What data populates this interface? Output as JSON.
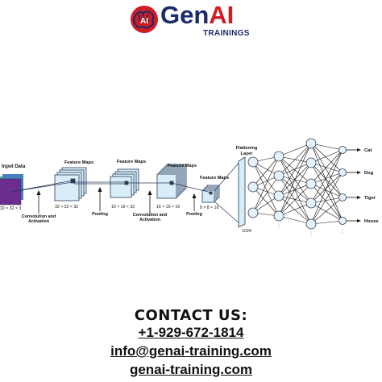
{
  "logo": {
    "gen": "Gen",
    "ai": "AI",
    "sub": "TRAININGS",
    "brain_text": "AI",
    "colors": {
      "navy": "#1b2b6b",
      "red": "#d01c24"
    }
  },
  "diagram": {
    "input_label": "Input Data",
    "input_dims": "32 × 32 × 3",
    "conv1_caption_line1": "Convolution and",
    "conv1_caption_line2": "Activation",
    "fm1_label": "Feature Maps",
    "fm1_dims": "32 × 32 × 32",
    "pool1_caption": "Pooling",
    "fm2_label": "Feature Maps",
    "fm2_dims": "16 × 16 × 32",
    "conv2_caption_line1": "Convolution and",
    "conv2_caption_line2": "Activation",
    "fm3_label": "Feature Maps",
    "fm3_dims": "16 × 16 × 16",
    "pool2_caption": "Pooling",
    "fm4_label": "Feature Maps",
    "fm4_dims": "8 × 8 × 16",
    "flatten_label_line1": "Flattening",
    "flatten_label_line2": "Layer",
    "flatten_dims": "1024",
    "outputs": [
      "Cat",
      "Dog",
      "Tiger",
      "House"
    ],
    "colors": {
      "cube": "#d7eef8",
      "cube_edge": "#2a3a55",
      "input": "#6b2d8f",
      "node": "#e4f3fb"
    }
  },
  "contact": {
    "title": "CONTACT US:",
    "phone": "+1-929-672-1814",
    "email": "info@genai-training.com",
    "website": "genai-training.com"
  }
}
